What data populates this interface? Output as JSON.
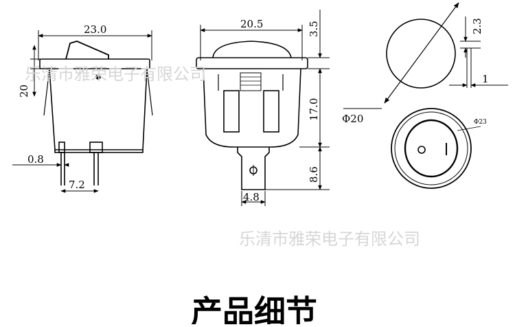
{
  "dimensions": {
    "front_width": "23.0",
    "front_height": "20",
    "pin_thickness": "0.8",
    "pin_spacing": "7.2",
    "side_width": "20.5",
    "side_cap_height": "3.5",
    "side_body_height": "17.0",
    "side_pin_height": "8.6",
    "side_pin_width": "4.8",
    "round_diameter": "Φ20",
    "round_cap_height": "2.3",
    "round_offset": "1",
    "bezel_diameter": "Φ23"
  },
  "watermark": {
    "company": "乐清市雅荣电子有限公司",
    "company_overlay": "乐清市雅荣电子有限公司"
  },
  "section_title": "产品细节",
  "colors": {
    "line": "#000000",
    "watermark": "#d6d6d6"
  }
}
